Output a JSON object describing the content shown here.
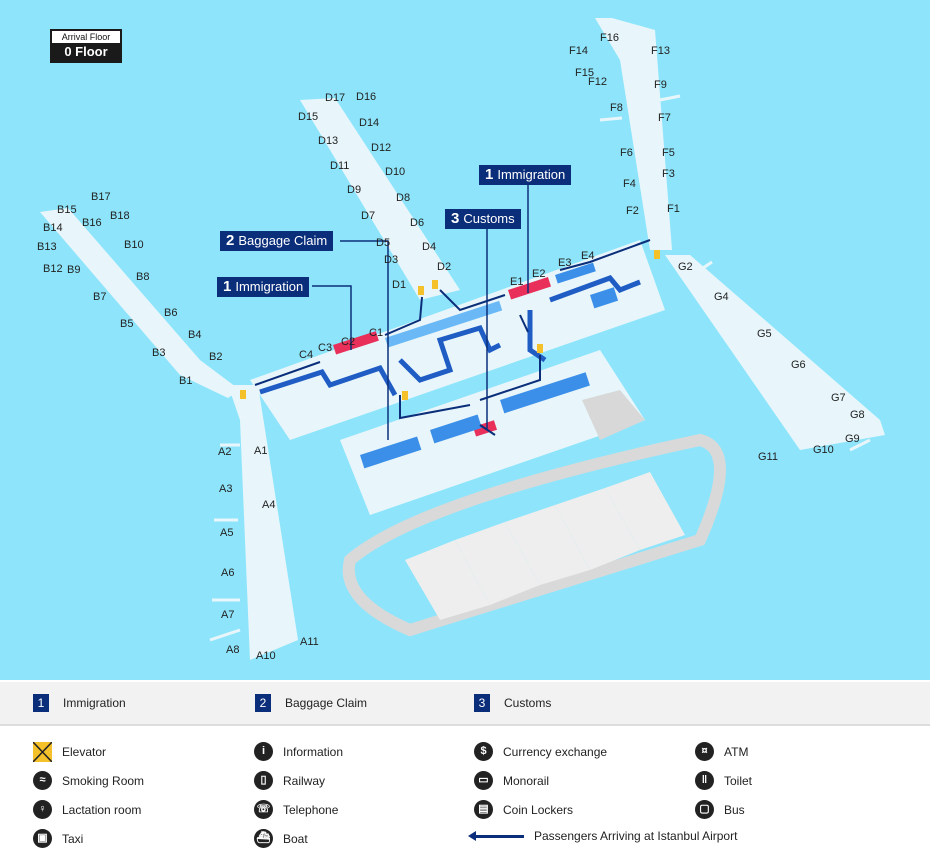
{
  "floor": {
    "title": "Arrival Floor",
    "name": "0 Floor"
  },
  "callouts": {
    "immigration_left": {
      "num": "1",
      "label": "Immigration"
    },
    "immigration_right": {
      "num": "1",
      "label": "Immigration"
    },
    "baggage": {
      "num": "2",
      "label": "Baggage Claim"
    },
    "customs": {
      "num": "3",
      "label": "Customs"
    }
  },
  "gates": {
    "B": [
      "B17",
      "B15",
      "B16",
      "B18",
      "B14",
      "B13",
      "B10",
      "B12",
      "B9",
      "B8",
      "B7",
      "B6",
      "B5",
      "B4",
      "B3",
      "B2",
      "B1"
    ],
    "A": [
      "A2",
      "A1",
      "A3",
      "A4",
      "A5",
      "A6",
      "A7",
      "A8",
      "A10",
      "A11"
    ],
    "C": [
      "C4",
      "C3",
      "C2",
      "C1"
    ],
    "D": [
      "D17",
      "D16",
      "D15",
      "D14",
      "D13",
      "D12",
      "D11",
      "D10",
      "D9",
      "D8",
      "D7",
      "D6",
      "D5",
      "D4",
      "D3",
      "D2",
      "D1"
    ],
    "E": [
      "E1",
      "E2",
      "E3",
      "E4"
    ],
    "F": [
      "F16",
      "F14",
      "F13",
      "F15",
      "F12",
      "F9",
      "F8",
      "F7",
      "F6",
      "F5",
      "F3",
      "F4",
      "F2",
      "F1"
    ],
    "G": [
      "G2",
      "G4",
      "G5",
      "G6",
      "G7",
      "G8",
      "G9",
      "G10",
      "G11"
    ]
  },
  "keys": [
    {
      "num": "1",
      "label": "Immigration"
    },
    {
      "num": "2",
      "label": "Baggage Claim"
    },
    {
      "num": "3",
      "label": "Customs"
    }
  ],
  "legend": [
    {
      "icon": "elevator-icon",
      "label": "Elevator"
    },
    {
      "icon": "information-icon",
      "label": "Information"
    },
    {
      "icon": "currency-exchange-icon",
      "label": "Currency exchange"
    },
    {
      "icon": "atm-icon",
      "label": "ATM"
    },
    {
      "icon": "smoking-room-icon",
      "label": "Smoking Room"
    },
    {
      "icon": "railway-icon",
      "label": "Railway"
    },
    {
      "icon": "monorail-icon",
      "label": "Monorail"
    },
    {
      "icon": "toilet-icon",
      "label": "Toilet"
    },
    {
      "icon": "lactation-room-icon",
      "label": "Lactation room"
    },
    {
      "icon": "telephone-icon",
      "label": "Telephone"
    },
    {
      "icon": "coin-lockers-icon",
      "label": "Coin Lockers"
    },
    {
      "icon": "bus-icon",
      "label": "Bus"
    },
    {
      "icon": "taxi-icon",
      "label": "Taxi"
    },
    {
      "icon": "boat-icon",
      "label": "Boat"
    },
    {
      "icon": "arrow-left-icon",
      "label": "Passengers Arriving at Istanbul Airport"
    }
  ],
  "colors": {
    "water": "#8ee5fb",
    "terminal": "#e8f6fb",
    "route": "#0b2e7a",
    "immigration": "#e8305a",
    "elevator": "#f5c12a"
  }
}
